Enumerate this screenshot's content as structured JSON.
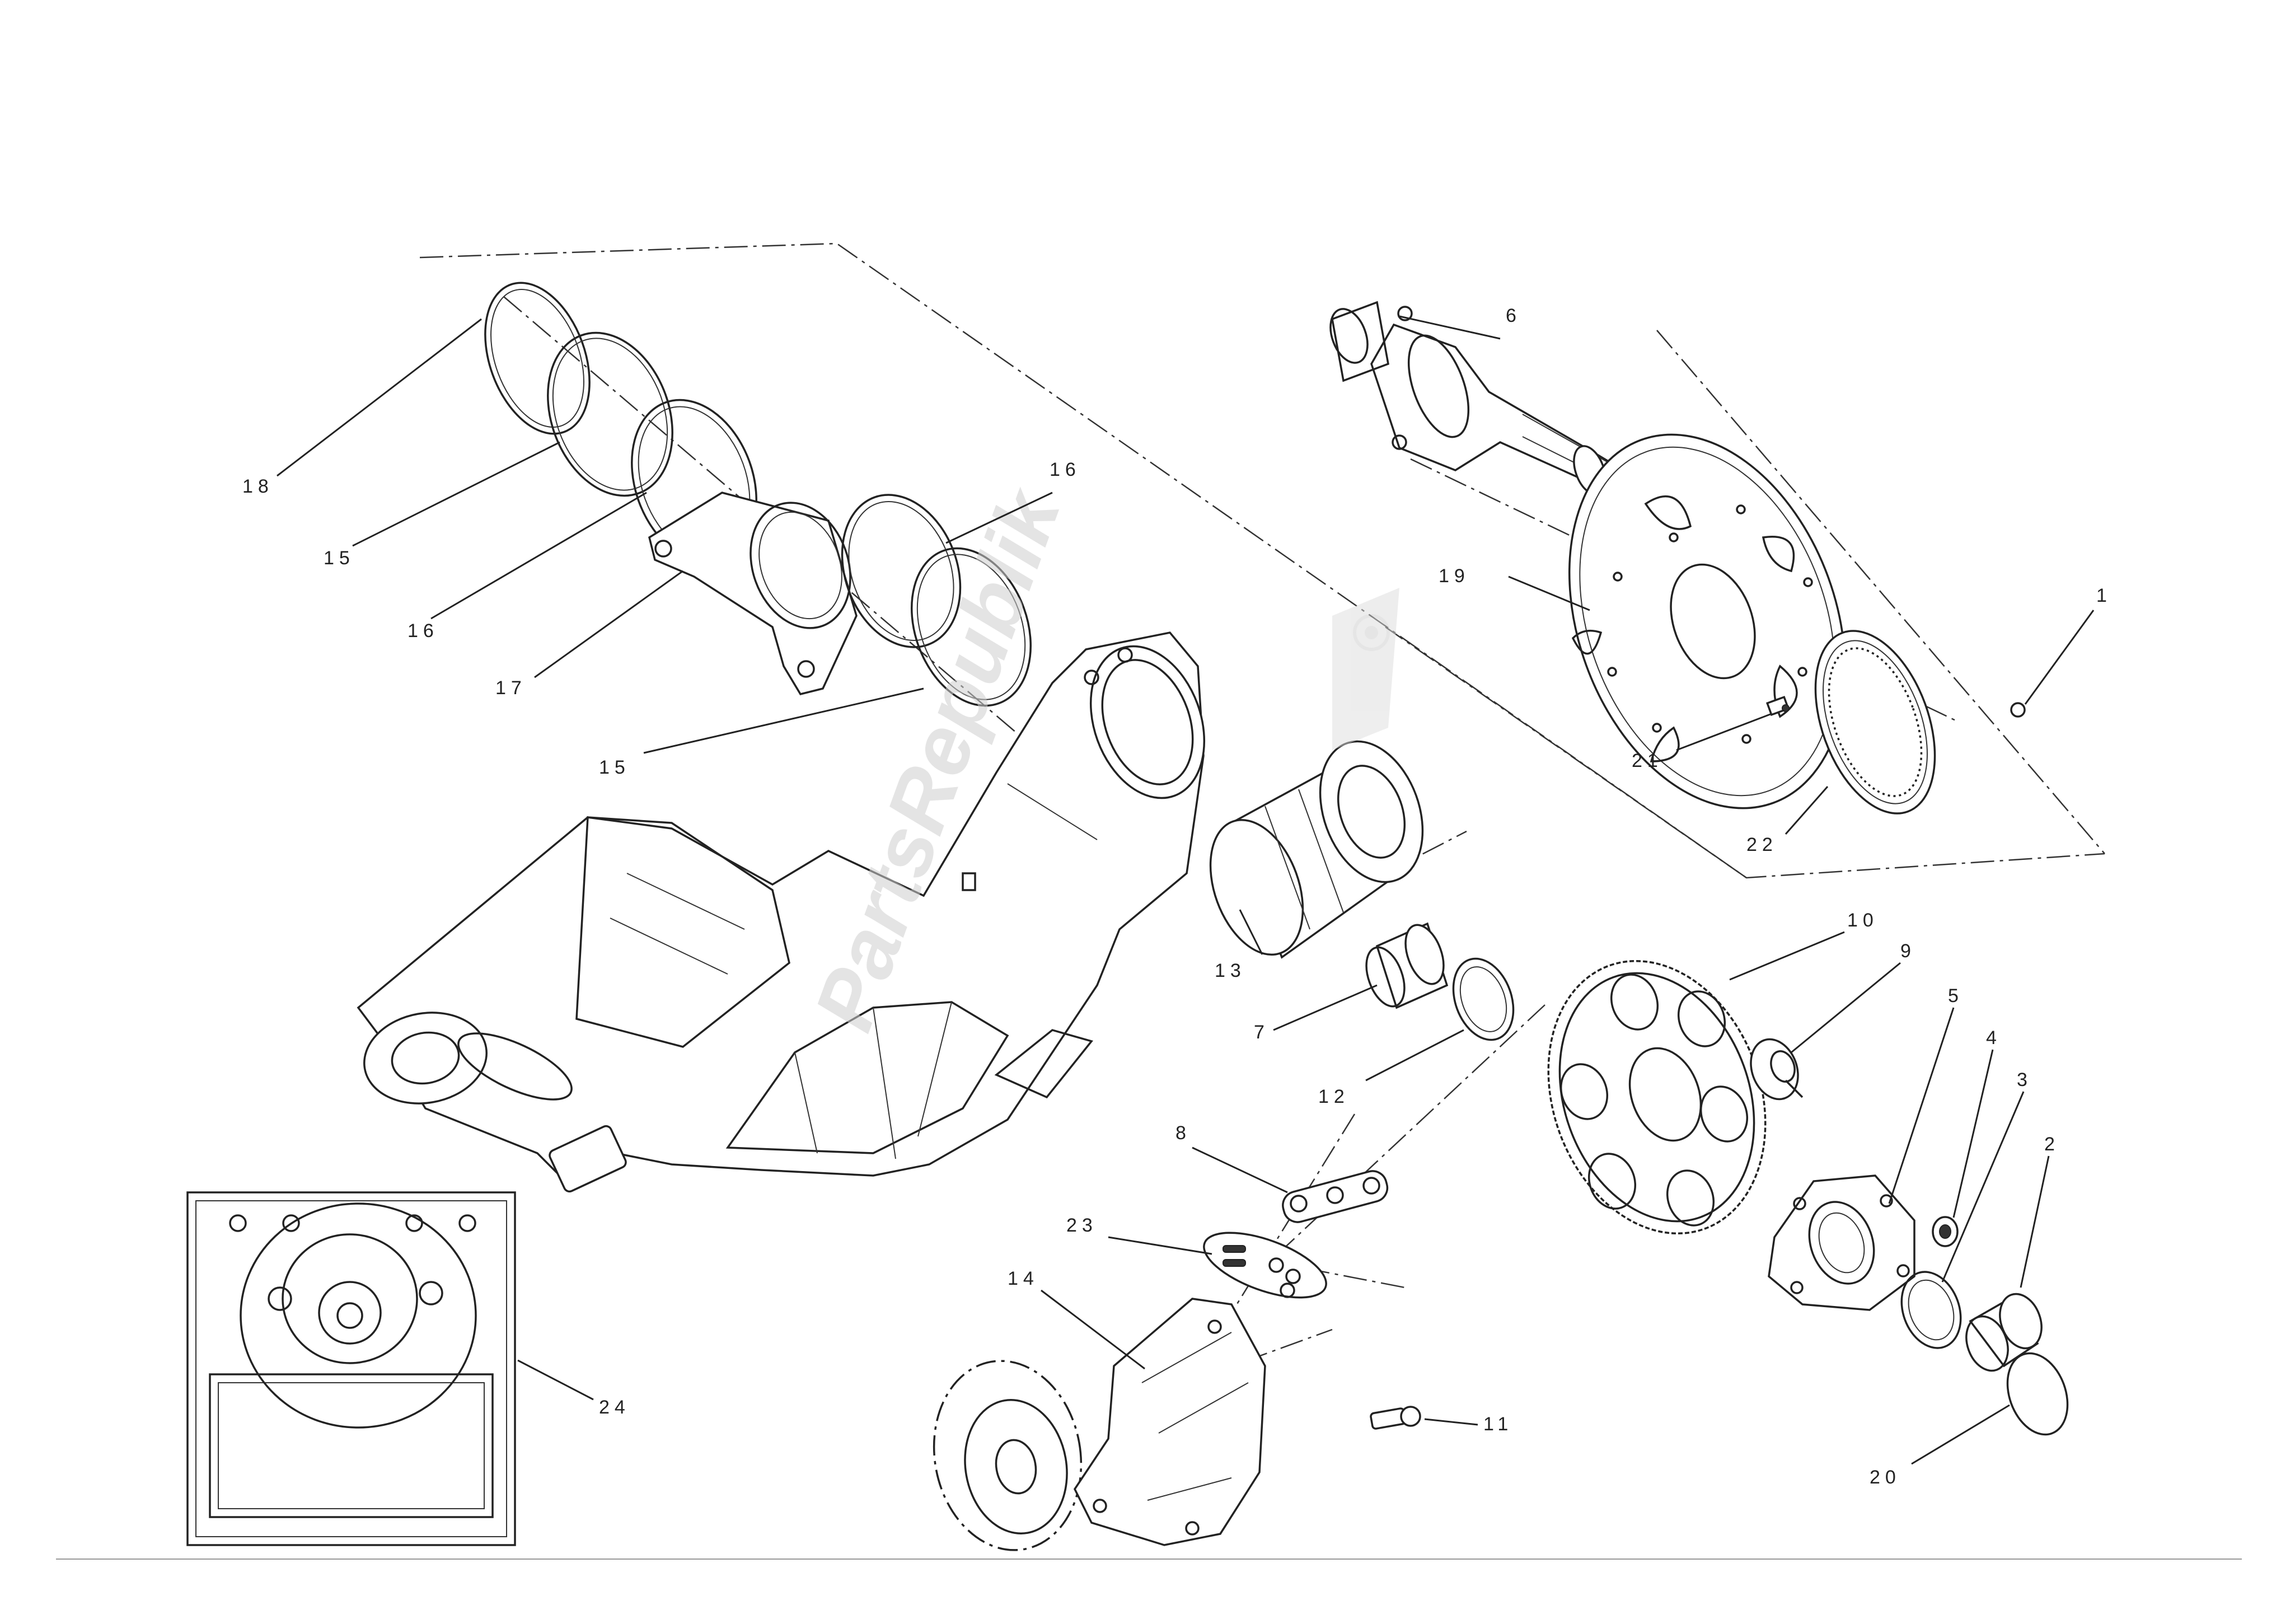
{
  "watermark": {
    "text": "PartsRepublik"
  },
  "callouts": {
    "c1": "1",
    "c2": "2",
    "c3": "3",
    "c4": "4",
    "c5": "5",
    "c6": "6",
    "c7": "7",
    "c8": "8",
    "c9": "9",
    "c10": "10",
    "c11": "11",
    "c12": "12",
    "c13": "13",
    "c14": "14",
    "c15a": "15",
    "c15b": "15",
    "c16a": "16",
    "c16b": "16",
    "c17": "17",
    "c18": "18",
    "c19": "19",
    "c20": "20",
    "c21": "21",
    "c22": "22",
    "c23": "23",
    "c24": "24"
  },
  "icons": {
    "watermark_logo": "gear-icon"
  }
}
